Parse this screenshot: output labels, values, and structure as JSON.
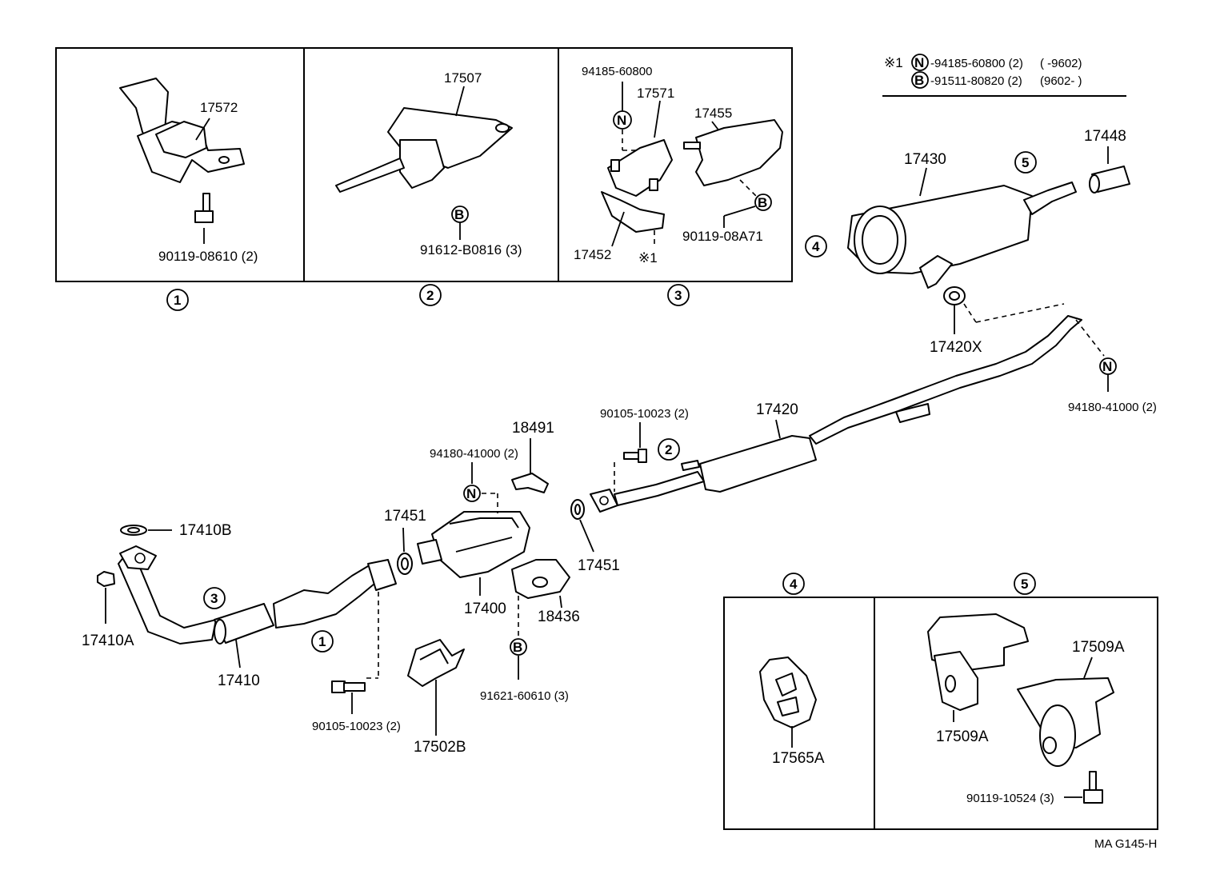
{
  "note": {
    "mark": "※1",
    "line1_code": "-94185-60800 (2)",
    "line1_range": "(        -9602)",
    "line2_code": "-91511-80820 (2)",
    "line2_range": "(9602-        )"
  },
  "symbols": {
    "n": "N",
    "b": "B"
  },
  "callouts": {
    "c1": "1",
    "c2": "2",
    "c3": "3",
    "c4": "4",
    "c5": "5",
    "note_ref": "※1"
  },
  "parts": {
    "p17572": "17572",
    "p90119_08610": "90119-08610 (2)",
    "p17507": "17507",
    "p91612_b0816": "91612-B0816 (3)",
    "p94185_60800": "94185-60800",
    "p17571": "17571",
    "p17455": "17455",
    "p90119_08a71": "90119-08A71",
    "p17452": "17452",
    "p17430": "17430",
    "p17448": "17448",
    "p17420x": "17420X",
    "p94180_41000_r": "94180-41000 (2)",
    "p17420": "17420",
    "p90105_10023_top": "90105-10023 (2)",
    "p18491": "18491",
    "p94180_41000_m": "94180-41000 (2)",
    "p17451_l": "17451",
    "p17451_r": "17451",
    "p17410b": "17410B",
    "p17410a": "17410A",
    "p17410": "17410",
    "p17400": "17400",
    "p18436": "18436",
    "p91621_60610": "91621-60610 (3)",
    "p90105_10023_bot": "90105-10023 (2)",
    "p17502b": "17502B",
    "p17565a": "17565A",
    "p17509a_l": "17509A",
    "p17509a_r": "17509A",
    "p90119_10524": "90119-10524 (3)"
  },
  "footer": {
    "code": "MA  G145-H"
  }
}
